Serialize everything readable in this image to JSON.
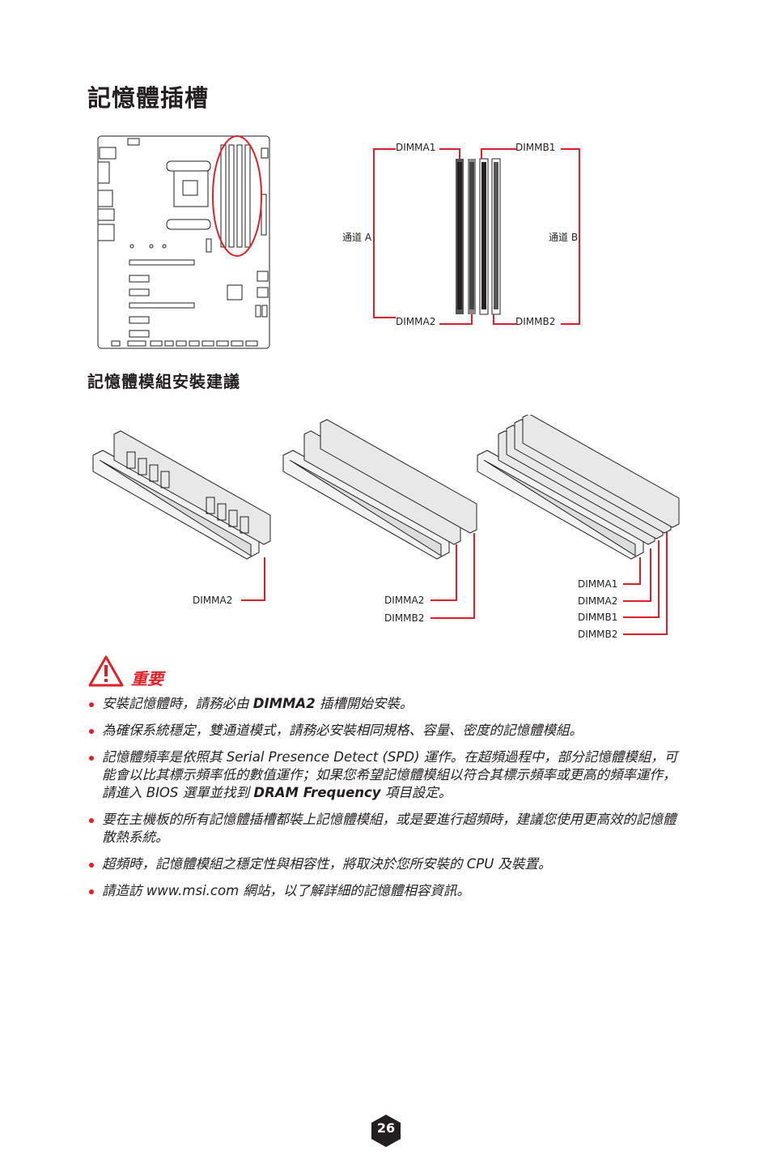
{
  "page": {
    "title": "記憶體插槽",
    "subtitle": "記憶體模組安裝建議",
    "page_number": "26"
  },
  "slot_diagram": {
    "dimma1": "DIMMA1",
    "dimma2": "DIMMA2",
    "dimmb1": "DIMMB1",
    "dimmb2": "DIMMB2",
    "channel_a": "通道 A",
    "channel_b": "通道 B"
  },
  "install": {
    "one": [
      "DIMMA2"
    ],
    "two": [
      "DIMMA2",
      "DIMMB2"
    ],
    "four": [
      "DIMMA1",
      "DIMMA2",
      "DIMMB1",
      "DIMMB2"
    ]
  },
  "important": {
    "title": "重要",
    "accent": "#e11f26",
    "notes": [
      {
        "pre": "安裝記憶體時，請務必由 ",
        "bold": "DIMMA2",
        "post": " 插槽開始安裝。"
      },
      {
        "pre": "為確保系統穩定，雙通道模式，請務必安裝相同規格、容量、密度的記憶體模組。",
        "bold": "",
        "post": ""
      },
      {
        "pre": "記憶體頻率是依照其 Serial Presence Detect (SPD) 運作。在超頻過程中，部分記憶體模組，可能會以比其標示頻率低的數值運作；如果您希望記憶體模組以符合其標示頻率或更高的頻率運作，請進入 BIOS 選單並找到 ",
        "bold": "DRAM Frequency",
        "post": " 項目設定。"
      },
      {
        "pre": "要在主機板的所有記憶體插槽都裝上記憶體模組，或是要進行超頻時，建議您使用更高效的記憶體散熱系統。",
        "bold": "",
        "post": ""
      },
      {
        "pre": "超頻時，記憶體模組之穩定性與相容性，將取決於您所安裝的 CPU 及裝置。",
        "bold": "",
        "post": ""
      },
      {
        "pre": "請造訪 www.msi.com 網站，以了解詳細的記憶體相容資訊。",
        "bold": "",
        "post": ""
      }
    ]
  }
}
